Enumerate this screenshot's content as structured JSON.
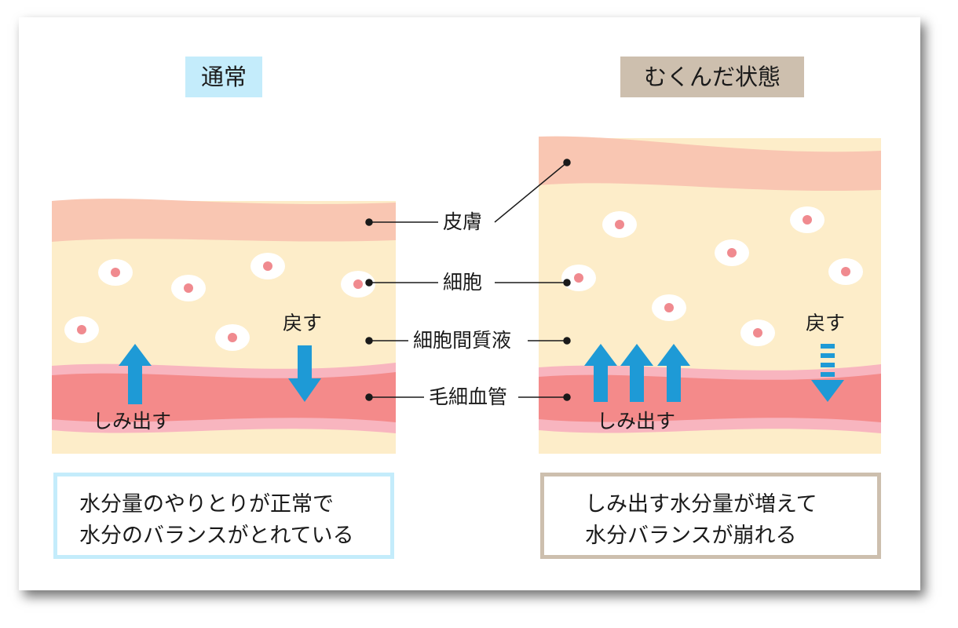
{
  "panels": {
    "normal": {
      "title": "通常",
      "seep_label": "しみ出す",
      "return_label": "戻す",
      "description": [
        "水分量のやりとりが正常で",
        "水分のバランスがとれている"
      ]
    },
    "swollen": {
      "title": "むくんだ状態",
      "seep_label": "しみ出す",
      "return_label": "戻す",
      "description": [
        "しみ出す水分量が増えて",
        "水分バランスが崩れる"
      ]
    }
  },
  "labels": {
    "skin": "皮膚",
    "cell": "細胞",
    "interstitial_fluid": "細胞間質液",
    "capillary": "毛細血管"
  },
  "colors": {
    "skin": "#f9c6b2",
    "tissue": "#fdedc9",
    "vessel_outer": "#f8b5bf",
    "vessel_inner": "#f48a8a",
    "cell_nucleus": "#f08a8f",
    "arrow": "#1e9ad6",
    "normal_accent": "#c4ecfb",
    "swollen_accent": "#cdbfae"
  }
}
